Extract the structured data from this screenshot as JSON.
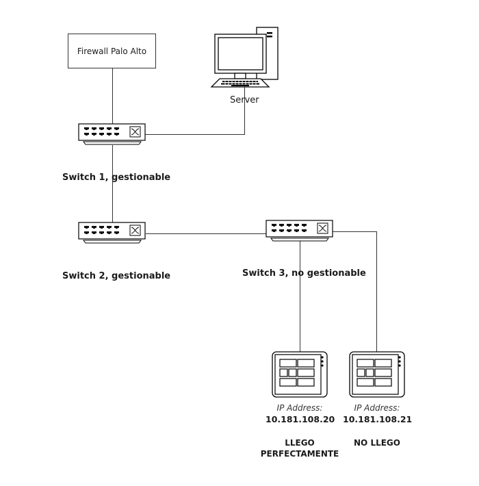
{
  "diagram": {
    "firewall": {
      "label": "Firewall Palo Alto"
    },
    "server": {
      "label": "Server"
    },
    "switches": [
      {
        "id": "switch1",
        "label": "Switch 1, gestionable"
      },
      {
        "id": "switch2",
        "label": "Switch 2, gestionable"
      },
      {
        "id": "switch3",
        "label": "Switch 3, no gestionable"
      }
    ],
    "devices": [
      {
        "id": "device1",
        "ip_caption": "IP Address:",
        "ip": "10.181.108.20",
        "status_lines": [
          "LLEGO",
          "PERFECTAMENTE"
        ]
      },
      {
        "id": "device2",
        "ip_caption": "IP Address:",
        "ip": "10.181.108.21",
        "status_lines": [
          "NO LLEGO"
        ]
      }
    ],
    "connections": [
      {
        "from": "firewall",
        "to": "switch1"
      },
      {
        "from": "server",
        "to": "switch1"
      },
      {
        "from": "switch1",
        "to": "switch2"
      },
      {
        "from": "switch2",
        "to": "switch3"
      },
      {
        "from": "switch3",
        "to": "device1"
      },
      {
        "from": "switch3",
        "to": "device2"
      }
    ],
    "colors": {
      "line": "#333333",
      "stroke": "#000000",
      "background": "#ffffff"
    }
  }
}
